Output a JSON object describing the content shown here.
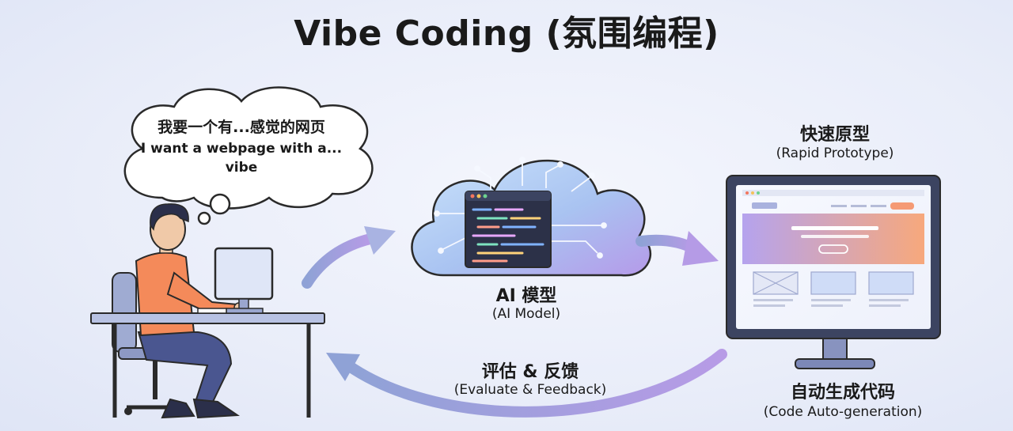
{
  "title": "Vibe Coding (氛围编程)",
  "thought": {
    "line_cn": "我要一个有...感觉的网页",
    "line_en_1": "I want a webpage with a...",
    "line_en_2": "vibe"
  },
  "ai_model": {
    "label_cn": "AI 模型",
    "label_en": "(AI Model)"
  },
  "prototype": {
    "label_cn": "快速原型",
    "label_en": "(Rapid Prototype)"
  },
  "codegen": {
    "label_cn": "自动生成代码",
    "label_en": "(Code Auto-generation)"
  },
  "feedback": {
    "label_cn": "评估 & 反馈",
    "label_en": "(Evaluate & Feedback)"
  },
  "colors": {
    "arrow_start": "#8fa2d6",
    "arrow_end": "#b79be6",
    "shirt": "#f48a5a",
    "pants": "#4a5690",
    "hair": "#2b2f4a",
    "monitor_frame": "#3c4461",
    "hero_gradient_start": "#b5a3ee",
    "hero_gradient_end": "#f7a87c"
  },
  "icons": [
    "thought-bubble",
    "person-at-desk",
    "computer-monitor",
    "ai-cloud",
    "code-window",
    "webpage-mockup"
  ]
}
